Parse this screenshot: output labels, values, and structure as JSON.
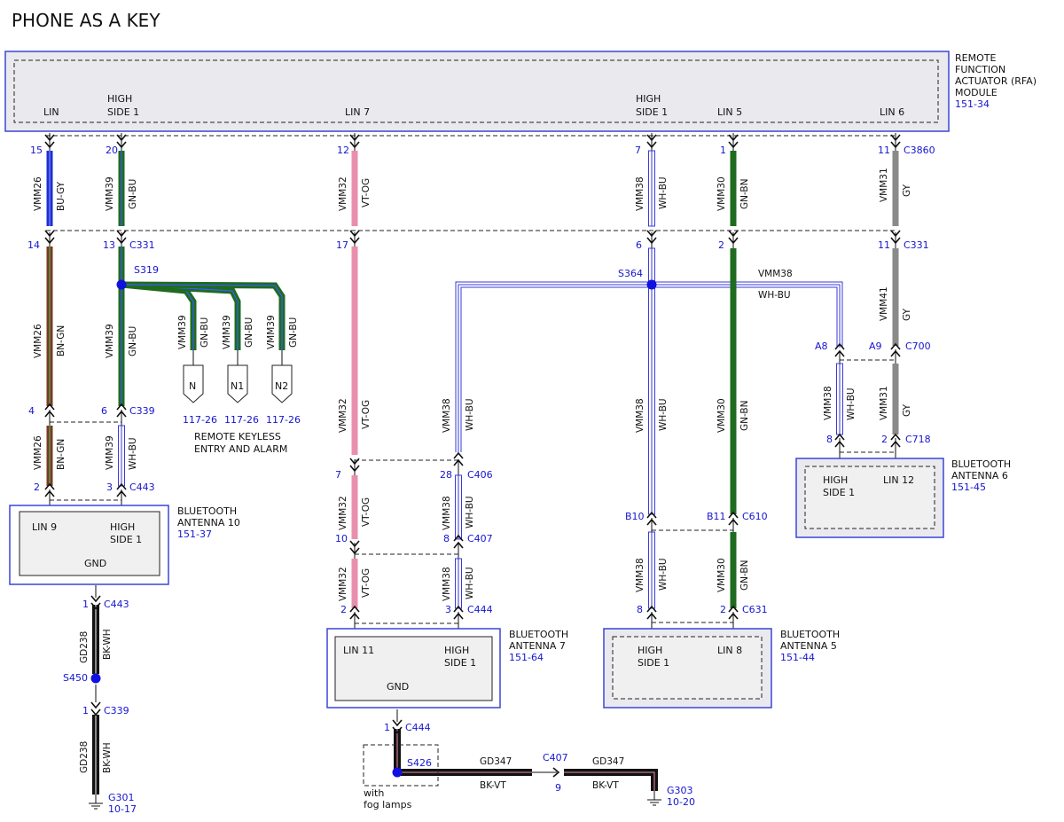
{
  "title": "PHONE AS A KEY",
  "modules": {
    "rfa": {
      "name_lines": [
        "REMOTE",
        "FUNCTION",
        "ACTUATOR (RFA)",
        "MODULE"
      ],
      "ref": "151-34",
      "pins": [
        "LIN",
        "HIGH",
        "SIDE 1",
        "LIN 7",
        "HIGH",
        "SIDE 1",
        "LIN 5",
        "LIN 6"
      ]
    },
    "ant10": {
      "name_lines": [
        "BLUETOOTH",
        "ANTENNA 10"
      ],
      "ref": "151-37",
      "pins": [
        "LIN 9",
        "HIGH",
        "SIDE 1",
        "GND"
      ]
    },
    "ant7": {
      "name_lines": [
        "BLUETOOTH",
        "ANTENNA 7"
      ],
      "ref": "151-64",
      "pins": [
        "LIN 11",
        "HIGH",
        "SIDE 1",
        "GND"
      ]
    },
    "ant5": {
      "name_lines": [
        "BLUETOOTH",
        "ANTENNA 5"
      ],
      "ref": "151-44",
      "pins": [
        "HIGH",
        "SIDE 1",
        "LIN 8"
      ]
    },
    "ant6": {
      "name_lines": [
        "BLUETOOTH",
        "ANTENNA 6"
      ],
      "ref": "151-45",
      "pins": [
        "HIGH",
        "SIDE 1",
        "LIN 12"
      ]
    }
  },
  "connectors": {
    "c3860": "C3860",
    "c331a": "C331",
    "c331b": "C331",
    "c339a": "C339",
    "c443a": "C443",
    "c443b": "C443",
    "c339b": "C339",
    "c406": "C406",
    "c407a": "C407",
    "c444a": "C444",
    "c444b": "C444",
    "c610": "C610",
    "c631": "C631",
    "c700": "C700",
    "c718": "C718",
    "c407b": "C407"
  },
  "pins": {
    "p15": "15",
    "p20": "20",
    "p12": "12",
    "p7": "7",
    "p1": "1",
    "p11": "11",
    "p14": "14",
    "p13": "13",
    "p17": "17",
    "p6": "6",
    "p2": "2",
    "p11b": "11",
    "p4": "4",
    "p6b": "6",
    "p2b": "2",
    "p3": "3",
    "p7b": "7",
    "p28": "28",
    "p10": "10",
    "p8": "8",
    "p2c": "2",
    "p3b": "3",
    "pB10": "B10",
    "pB11": "B11",
    "p8b": "8",
    "p2d": "2",
    "pA8": "A8",
    "pA9": "A9",
    "p8c": "8",
    "p2e": "2",
    "p1a": "1",
    "p1b": "1",
    "p1c": "1",
    "p9": "9"
  },
  "splices": {
    "s319": "S319",
    "s364": "S364",
    "s450": "S450",
    "s426": "S426"
  },
  "wires": {
    "vmm26": "VMM26",
    "bugy": "BU-GY",
    "bngn": "BN-GN",
    "vmm39": "VMM39",
    "gnbu": "GN-BU",
    "whbu": "WH-BU",
    "vmm32": "VMM32",
    "vtog": "VT-OG",
    "vmm38": "VMM38",
    "vmm30": "VMM30",
    "gnbn": "GN-BN",
    "vmm31": "VMM31",
    "gy": "GY",
    "vmm41": "VMM41",
    "gd238": "GD238",
    "bkwh": "BK-WH",
    "gd347": "GD347",
    "bkvt": "BK-VT"
  },
  "offpage": {
    "n": "N",
    "n1": "N1",
    "n2": "N2",
    "ref": "117-26",
    "rke_lines": [
      "REMOTE KEYLESS",
      "ENTRY AND ALARM"
    ]
  },
  "grounds": {
    "g301": "G301",
    "g301ref": "10-17",
    "g303": "G303",
    "g303ref": "10-20"
  },
  "fog_lines": [
    "with",
    "fog lamps"
  ],
  "colors": {
    "blue": "#1515d0",
    "bu": "#1f2fd0",
    "gn": "#1f6b1f",
    "bn": "#7a3a22",
    "pink": "#e98fae",
    "gray": "#8a8a8a",
    "black": "#111111",
    "white_stripe": "#ffffff",
    "bu_stripe": "#3a3ad8",
    "module": "#3a45d8"
  }
}
